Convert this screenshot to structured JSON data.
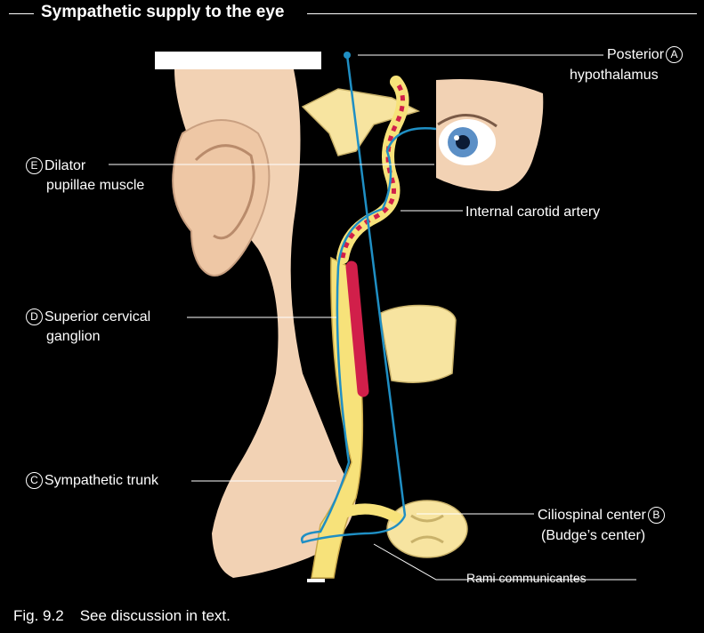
{
  "title": "Sympathetic supply to the eye",
  "labels": {
    "A": {
      "letter": "A",
      "line1": "Posterior",
      "line2": "hypothalamus"
    },
    "B": {
      "letter": "B",
      "line1": "Ciliospinal center",
      "line2": "(Budge’s center)"
    },
    "C": {
      "letter": "C",
      "line1": "Sympathetic trunk"
    },
    "D": {
      "letter": "D",
      "line1": "Superior cervical",
      "line2": "ganglion"
    },
    "E": {
      "letter": "E",
      "line1": "Dilator",
      "line2": "pupillae muscle"
    },
    "carotid": "Internal carotid artery",
    "rami": "Rami communicantes"
  },
  "caption": {
    "fig": "Fig. 9.2",
    "text": "See discussion in text."
  },
  "colors": {
    "skin": "#f2d2b4",
    "nerve_yellow": "#f7e27a",
    "pathway_blue": "#1f8fc4",
    "artery_red": "#d11f4a",
    "bone": "#f7e4a0"
  }
}
